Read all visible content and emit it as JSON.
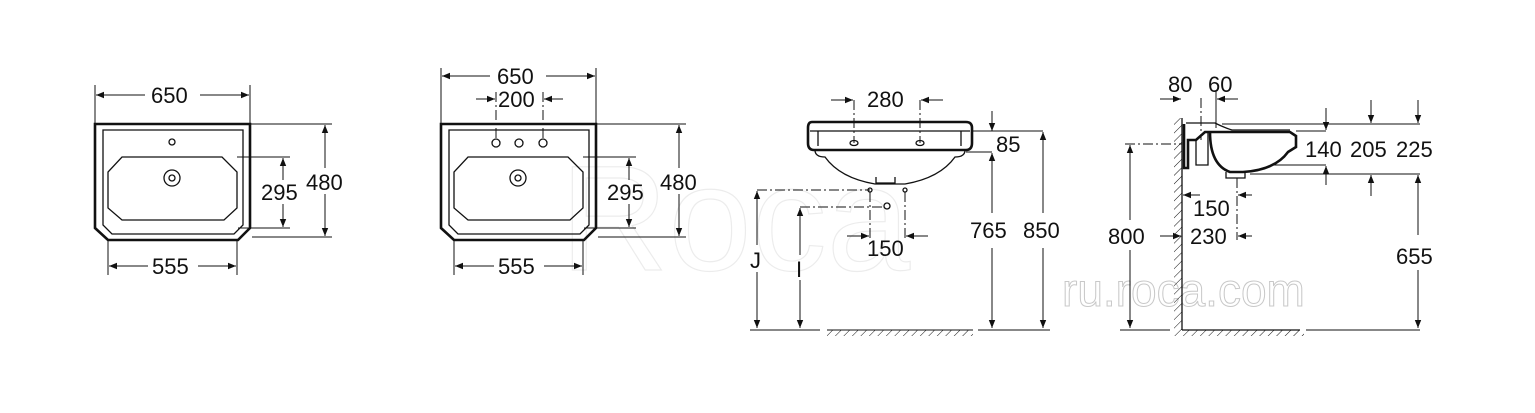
{
  "watermark": {
    "site": "ru.roca.com",
    "brand": "Roca"
  },
  "front_view_single_hole": {
    "width": "650",
    "inner_width": "555",
    "bowl_depth": "295",
    "depth": "480"
  },
  "front_view_three_hole": {
    "width": "650",
    "tap_spacing": "200",
    "inner_width": "555",
    "bowl_depth": "295",
    "depth": "480"
  },
  "elevation_view": {
    "tap_spacing": "280",
    "rim_thickness": "85",
    "height_bottom": "765",
    "height_top": "850",
    "label_j": "J",
    "label_i": "I",
    "supply_spacing": "150"
  },
  "side_view": {
    "wall_gap": "80",
    "tap_offset": "60",
    "drop_1": "140",
    "drop_2": "205",
    "drop_3": "225",
    "waste_offset_1": "150",
    "waste_offset_2": "230",
    "height_fixing": "800",
    "height_waste": "655"
  }
}
